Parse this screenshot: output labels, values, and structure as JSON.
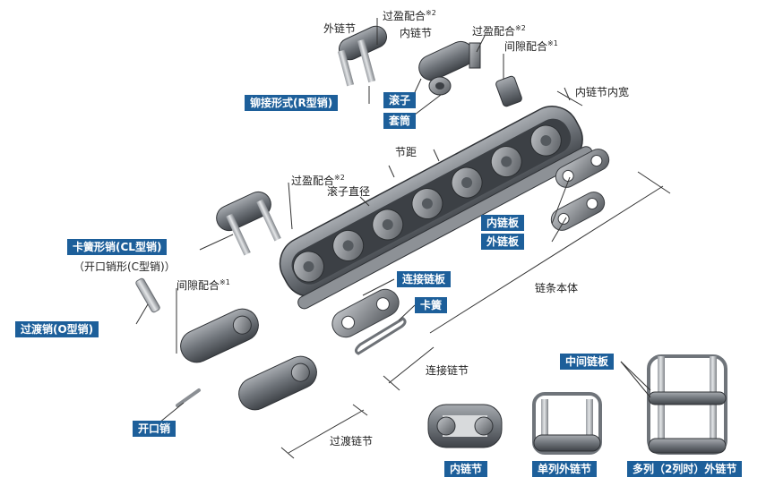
{
  "labels": {
    "outer_link": "外链节",
    "interference_fit_1": "过盈配合",
    "interference_fit_2": "过盈配合",
    "interference_fit_3": "过盈配合",
    "note_2": "※2",
    "note_1": "※1",
    "inner_link": "内链节",
    "clearance_fit_1": "间隙配合",
    "clearance_fit_2": "间隙配合",
    "inner_width": "内链节内宽",
    "pitch": "节距",
    "roller_diameter": "滚子直径",
    "chain_body": "链条本体",
    "connecting_link": "连接链节",
    "offset_link": "过渡链节",
    "open_pin_type": "（开口销形(C型销)）"
  },
  "boxes": {
    "riveted_type": "铆接形式(R型销)",
    "roller": "滚子",
    "bushing": "套筒",
    "inner_plate": "内链板",
    "outer_plate": "外链板",
    "spring_clip_type": "卡簧形销(CL型销)",
    "connecting_plate": "连接链板",
    "spring_clip": "卡簧",
    "offset_pin": "过渡销(O型销)",
    "cotter_pin": "开口销",
    "middle_plate": "中间链板",
    "inner_link_caption": "内链节",
    "single_outer_caption": "单列外链节",
    "multi_outer_caption": "多列（2列时）外链节"
  },
  "colors": {
    "label_box": "#1d5f9a",
    "metal": "#7d8288"
  }
}
